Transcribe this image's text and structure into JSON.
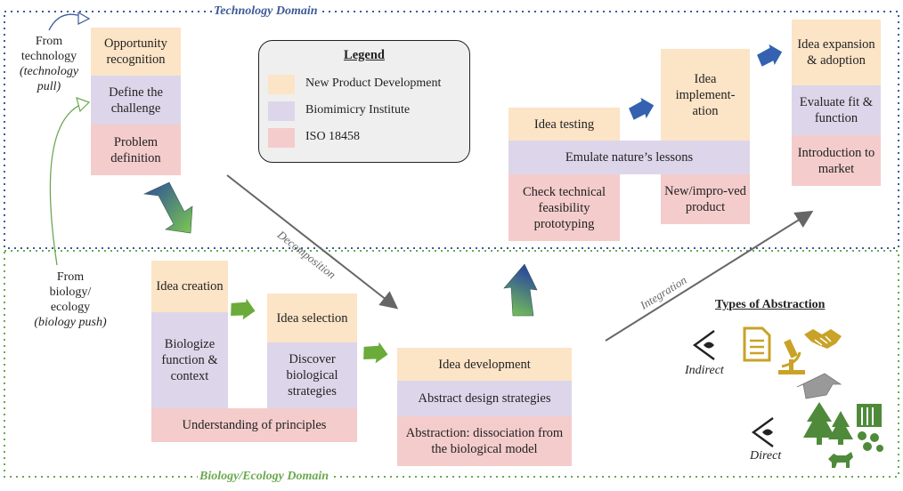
{
  "domains": {
    "technology": "Technology Domain",
    "biology": "Biology/Ecology Domain"
  },
  "side_labels": {
    "tech_pull": [
      "From",
      "technology",
      "(technology",
      "pull)"
    ],
    "bio_push": [
      "From",
      "biology/",
      "ecology",
      "(biology push)"
    ]
  },
  "legend": {
    "title": "Legend",
    "items": [
      {
        "label": "New Product Development",
        "color": "#fce4c6"
      },
      {
        "label": "Biomimicry Institute",
        "color": "#ddd6ea"
      },
      {
        "label": "ISO 18458",
        "color": "#f4cccc"
      }
    ]
  },
  "stage1": {
    "opportunity": "Opportunity recognition",
    "define": "Define the challenge",
    "problem": "Problem definition"
  },
  "creation": {
    "idea": "Idea creation",
    "biologize": "Biologize function & context"
  },
  "selection": {
    "idea": "Idea selection",
    "discover": "Discover biological strategies"
  },
  "understanding": "Understanding of principles",
  "development": {
    "idea": "Idea development",
    "abstract": "Abstract design strategies",
    "abstraction": "Abstraction: dissociation from the biological model"
  },
  "testing": {
    "idea": "Idea testing",
    "check": "Check technical feasibility prototyping"
  },
  "emulate": "Emulate nature’s lessons",
  "implementation": {
    "idea": "Idea implement-ation",
    "product": "New/impro-ved product"
  },
  "expansion": {
    "idea": "Idea expansion & adoption",
    "evaluate": "Evaluate fit & function",
    "intro": "Introduction to market"
  },
  "arrows": {
    "decomposition": "Decomposition",
    "integration": "Integration"
  },
  "abstraction_types": {
    "title": "Types of Abstraction",
    "indirect": "Indirect",
    "direct": "Direct"
  },
  "colors": {
    "tech_border": "#3d5a99",
    "bio_border": "#6aa84f",
    "gray_arrow": "#666666",
    "gold_icon": "#c9a227",
    "tree_green": "#4e8a3a"
  }
}
